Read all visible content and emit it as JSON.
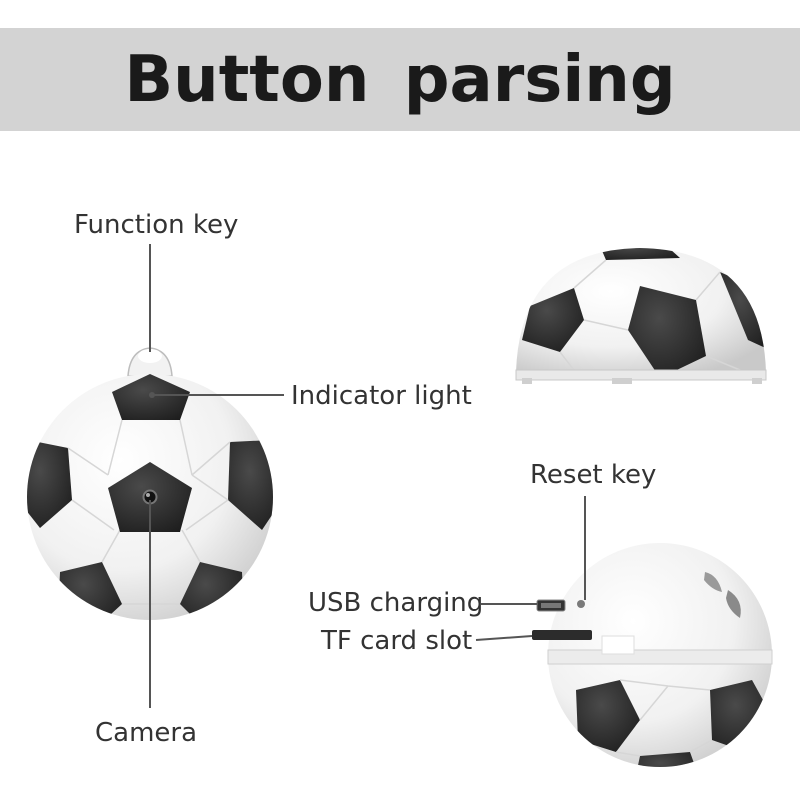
{
  "header": {
    "title": "Button parsing",
    "background": "#d3d3d3"
  },
  "callouts": {
    "function_key": "Function key",
    "indicator_light": "Indicator light",
    "camera": "Camera",
    "reset_key": "Reset key",
    "usb_charging": "USB charging",
    "tf_card_slot": "TF card slot"
  },
  "colors": {
    "ball_white": "#f4f4f4",
    "panel_dark": "#2a2a2a",
    "leader_line": "#555555",
    "text": "#333333"
  }
}
